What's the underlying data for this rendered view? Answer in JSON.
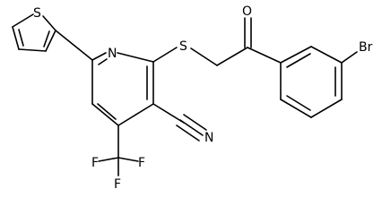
{
  "molecule": {
    "atom_labels": {
      "sulfur_thiophene": "S",
      "sulfur_thioether": "S",
      "nitrogen_pyridine": "N",
      "oxygen_carbonyl": "O",
      "bromine": "Br",
      "nitrile": "N",
      "fluorine_top": "F",
      "fluorine_left": "F",
      "fluorine_right": "F"
    }
  }
}
